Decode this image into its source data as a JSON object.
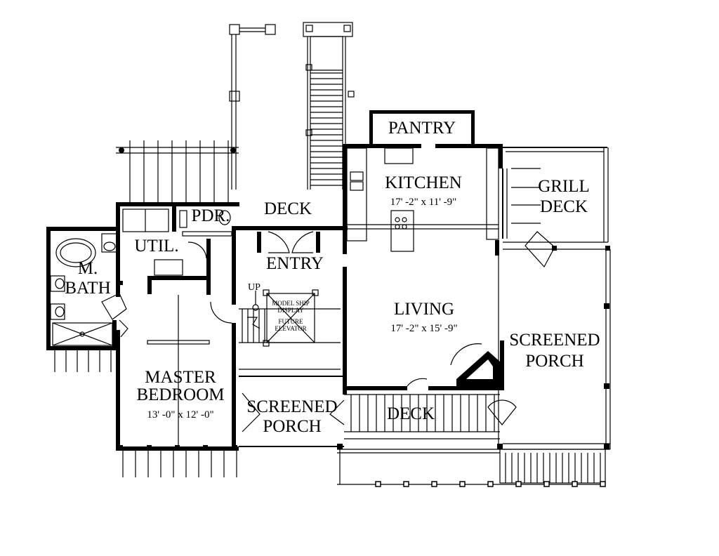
{
  "rooms": {
    "pantry": "PANTRY",
    "kitchen": "KITCHEN",
    "kitchen_dim": "17' -2\" x 11' -9\"",
    "grill_deck_1": "GRILL",
    "grill_deck_2": "DECK",
    "pdr": "PDR.",
    "deck_top": "DECK",
    "util": "UTIL.",
    "mbath_1": "M.",
    "mbath_2": "BATH",
    "entry": "ENTRY",
    "up": "UP",
    "model_ship_1": "MODEL SHIP",
    "model_ship_2": "DISPLAY",
    "future_elev_1": "FUTURE",
    "future_elev_2": "ELEVATOR",
    "living": "LIVING",
    "living_dim": "17' -2\" x 15' -9\"",
    "screened_porch_right_1": "SCREENED",
    "screened_porch_right_2": "PORCH",
    "master_1": "MASTER",
    "master_2": "BEDROOM",
    "master_dim": "13' -0\" x 12' -0\"",
    "screened_porch_mid_1": "SCREENED",
    "screened_porch_mid_2": "PORCH",
    "deck_bottom": "DECK"
  }
}
